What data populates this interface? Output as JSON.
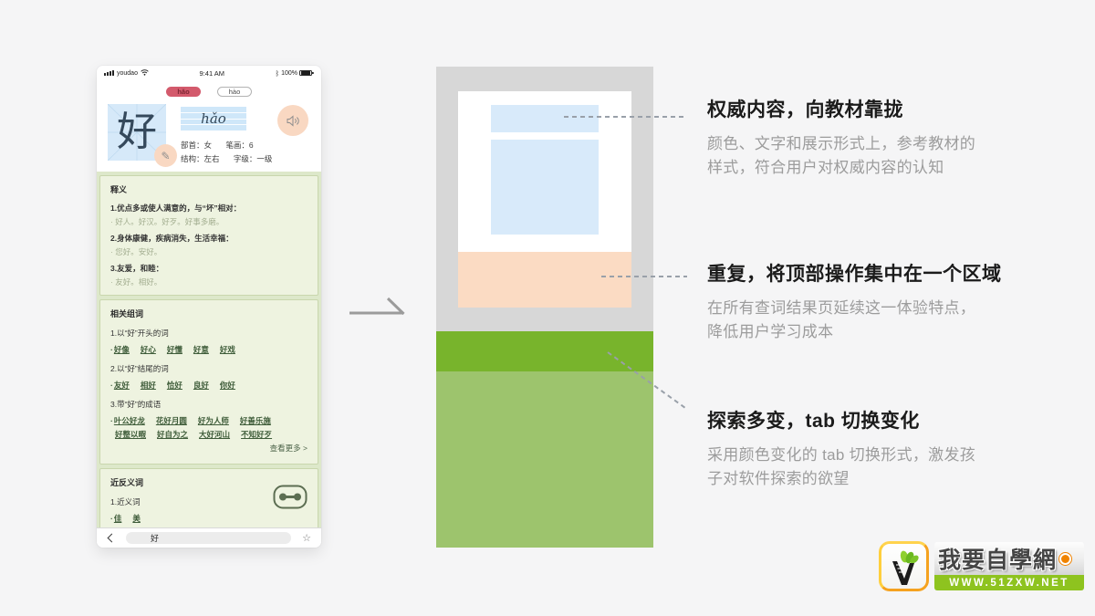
{
  "phone": {
    "status_bar": {
      "carrier": "youdao",
      "time": "9:41 AM",
      "bluetooth_glyph": "ᛒ",
      "battery_pct": "100%"
    },
    "tabs": [
      {
        "label": "hǎo"
      },
      {
        "label": "hào"
      }
    ],
    "hanzi": "好",
    "pinyin": "hǎo",
    "icons": {
      "pencil": "✎",
      "star": "☆"
    },
    "info": {
      "radical_label": "部首：",
      "radical_value": "女",
      "strokes_label": "笔画：",
      "strokes_value": "6",
      "structure_label": "结构：",
      "structure_value": "左右",
      "grade_label": "字级：",
      "grade_value": "一级"
    },
    "shiyi": {
      "title": "释义",
      "items": [
        {
          "def": "1.优点多或使人满意的，与“坏”相对：",
          "ex": "· 好人。好汉。好歹。好事多磨。"
        },
        {
          "def": "2.身体康健，疾病消失，生活幸福：",
          "ex": "· 您好。安好。"
        },
        {
          "def": "3.友爱，和睦：",
          "ex": "· 友好。相好。"
        }
      ]
    },
    "zuci": {
      "title": "相关组词",
      "bullet": "·",
      "groups": [
        {
          "label": "1.以“好”开头的词",
          "words": [
            "好像",
            "好心",
            "好懂",
            "好意",
            "好戏"
          ]
        },
        {
          "label": "2.以“好”结尾的词",
          "words": [
            "友好",
            "相好",
            "恰好",
            "良好",
            "你好"
          ]
        },
        {
          "label": "3.带“好”的成语",
          "words": [
            "叶公好龙",
            "花好月圆",
            "好为人师",
            "好善乐施",
            "好整以暇",
            "好自为之",
            "大好河山",
            "不知好歹"
          ]
        }
      ],
      "more": "查看更多 >"
    },
    "jinfan": {
      "title": "近反义词",
      "label": "1.近义词",
      "bullet": "·",
      "words": [
        "佳",
        "美"
      ]
    },
    "bottom_bar": {
      "search_value": "好"
    }
  },
  "annotations": [
    {
      "title": "权威内容，向教材靠拢",
      "body1": "颜色、文字和展示形式上，参考教材的",
      "body2": "样式，符合用户对权威内容的认知"
    },
    {
      "title": "重复，将顶部操作集中在一个区域",
      "body1": "在所有查词结果页延续这一体验特点，",
      "body2": "降低用户学习成本"
    },
    {
      "title": "探索多变，tab 切换变化",
      "body1": "采用颜色变化的 tab 切换形式，激发孩",
      "body2": "子对软件探索的欲望"
    }
  ],
  "watermark": {
    "site_name": "我要自學網",
    "url": "WWW.51ZXW.NET"
  },
  "colors": {
    "tab_active": "#d35a6c",
    "peach_accent": "#f9d8c2",
    "hanzi_blue": "#d6e9f9",
    "section_bg": "#eef3e0",
    "section_border": "#c9d6ad",
    "green_area": "#dde8ca",
    "link_green": "#3e5c39",
    "wf_gray": "#d7d7d7",
    "wf_blue": "#d8eafa",
    "wf_peach": "#fbdbc3",
    "wf_green_dark": "#78b42c",
    "wf_green_light": "#9dc46d",
    "annotation_title": "#1b1b1b",
    "annotation_body": "#9c9c9c",
    "watermark_green": "#8ec31f"
  }
}
